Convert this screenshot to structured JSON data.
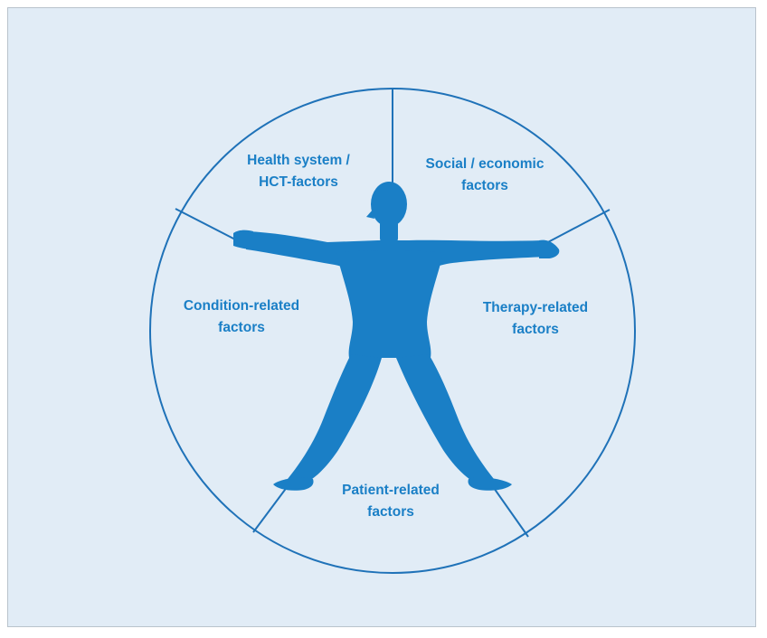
{
  "colors": {
    "background": "#e1ecf6",
    "accent": "#1a7fc6",
    "outline": "#1f72b8"
  },
  "figure": {
    "icon": "human-figure-icon"
  },
  "segments": [
    {
      "id": "health-system",
      "line1": "Health system /",
      "line2": "HCT-factors"
    },
    {
      "id": "social-economic",
      "line1": "Social / economic",
      "line2": "factors"
    },
    {
      "id": "therapy-related",
      "line1": "Therapy-related",
      "line2": "factors"
    },
    {
      "id": "patient-related",
      "line1": "Patient-related",
      "line2": "factors"
    },
    {
      "id": "condition-related",
      "line1": "Condition-related",
      "line2": "factors"
    }
  ]
}
